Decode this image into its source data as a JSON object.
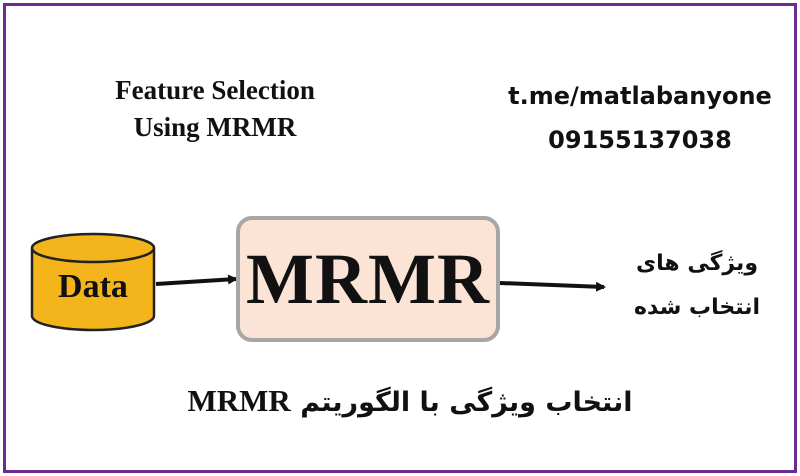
{
  "title": {
    "line1": "Feature Selection",
    "line2": "Using MRMR"
  },
  "contact": {
    "telegram": "t.me/matlabanyone",
    "phone": "09155137038"
  },
  "diagram": {
    "input_label": "Data",
    "process_label": "MRMR",
    "output_line1": "ویژگی های",
    "output_line2": "انتخاب شده"
  },
  "caption": {
    "persian": "انتخاب ویژگی با الگوریتم",
    "latin": "MRMR"
  },
  "colors": {
    "frame": "#6a2c91",
    "cylinder_fill": "#f3b51b",
    "process_fill": "#fbe3d6",
    "process_border": "#a6a6a6",
    "text": "#111111"
  }
}
